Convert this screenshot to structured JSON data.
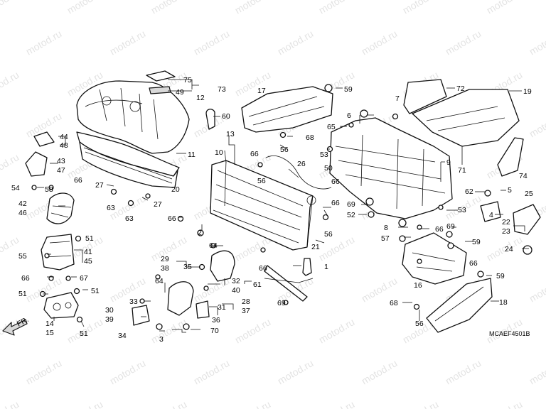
{
  "diagram": {
    "code": "MCAEF4501B",
    "direction_label": "FR.",
    "watermark": "motod.ru"
  },
  "callouts": {
    "c75": "75",
    "c49": "49",
    "c73": "73",
    "c12": "12",
    "c60": "60",
    "c11": "11",
    "c20": "20",
    "c44": "44",
    "c48": "48",
    "c43": "43",
    "c47": "47",
    "c66a": "66",
    "c54": "54",
    "c58": "58",
    "c42": "42",
    "c46": "46",
    "c51a": "51",
    "c55": "55",
    "c41": "41",
    "c45": "45",
    "c66b": "66",
    "c67": "67",
    "c51b": "51",
    "c51c": "51",
    "c14": "14",
    "c15": "15",
    "c51d": "51",
    "c27a": "27",
    "c63a": "63",
    "c27b": "27",
    "c63b": "63",
    "c10": "10",
    "c13": "13",
    "c66c": "66",
    "c56a": "56",
    "c26": "26",
    "c66d": "66",
    "c2": "2",
    "c64a": "64",
    "c29": "29",
    "c38": "38",
    "c35": "35",
    "c66e": "66",
    "c21": "21",
    "c1": "1",
    "c32": "32",
    "c40": "40",
    "c61": "61",
    "c64b": "64",
    "c33": "33",
    "c28": "28",
    "c37": "37",
    "c31": "31",
    "c30": "30",
    "c39": "39",
    "c36": "36",
    "c34": "34",
    "c3": "3",
    "c70": "70",
    "c69a": "69",
    "c17": "17",
    "c59a": "59",
    "c68a": "68",
    "c56b": "56",
    "c7": "7",
    "c6": "6",
    "c65": "65",
    "c53a": "53",
    "c50": "50",
    "c66f": "66",
    "c66g": "66",
    "c56c": "56",
    "c9": "9",
    "c69b": "69",
    "c52": "52",
    "c8": "8",
    "c57": "57",
    "c72": "72",
    "c19": "19",
    "c71": "71",
    "c74": "74",
    "c5": "5",
    "c62": "62",
    "c53b": "53",
    "c4": "4",
    "c25": "25",
    "c22": "22",
    "c23": "23",
    "c66h": "66",
    "c69c": "69",
    "c59b": "59",
    "c24": "24",
    "c66i": "66",
    "c16": "16",
    "c59c": "59",
    "c68b": "68",
    "c56d": "56",
    "c18": "18"
  }
}
